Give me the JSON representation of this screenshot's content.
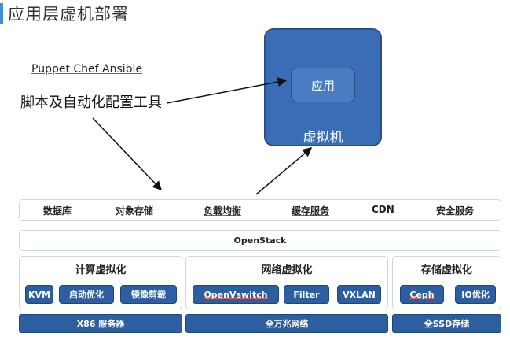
{
  "title": "应用层虚机部署",
  "tools": {
    "names": "Puppet Chef Ansible",
    "label": "脚本及自动化配置工具"
  },
  "vm": {
    "app_label": "应用",
    "vm_label": "虚拟机"
  },
  "services": [
    "数据库",
    "对象存储",
    "负载均衡",
    "缓存服务",
    "CDN",
    "安全服务"
  ],
  "platform": "OpenStack",
  "compute": {
    "title": "计算虚拟化",
    "items": [
      "KVM",
      "启动优化",
      "镜像剪裁"
    ]
  },
  "network": {
    "title": "网络虚拟化",
    "items": [
      "OpenVswitch",
      "Filter",
      "VXLAN"
    ]
  },
  "storage": {
    "title": "存储虚拟化",
    "items": [
      "Ceph",
      "IO优化"
    ]
  },
  "base": {
    "compute": "X86 服务器",
    "network": "全万兆网络",
    "storage": "全SSD存储"
  },
  "colors": {
    "accent": "#3d8fd8",
    "vm_fill": "#3a6db5",
    "chip_fill": "#2d5e9f",
    "border": "#c9d6e3"
  }
}
